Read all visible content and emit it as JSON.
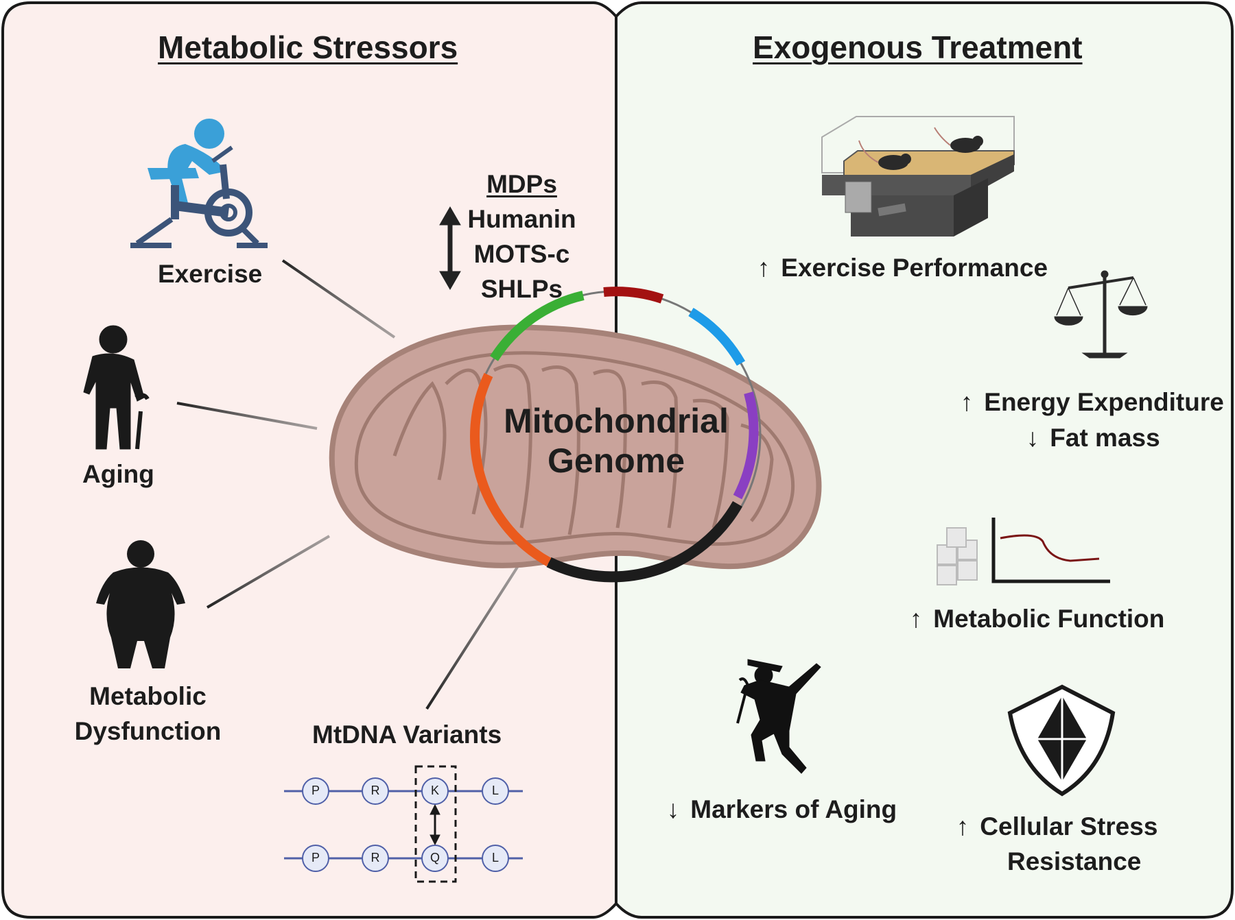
{
  "left_panel": {
    "title": "Metabolic Stressors",
    "exercise": "Exercise",
    "aging": "Aging",
    "metabolic_dysfunction_line1": "Metabolic",
    "metabolic_dysfunction_line2": "Dysfunction",
    "mtdna_variants": "MtDNA Variants",
    "peptide_row1": [
      "P",
      "R",
      "K",
      "L"
    ],
    "peptide_row2": [
      "P",
      "R",
      "Q",
      "L"
    ],
    "mdps": {
      "heading": "MDPs",
      "items": [
        "Humanin",
        "MOTS-c",
        "SHLPs"
      ]
    }
  },
  "center": {
    "line1": "Mitochondrial",
    "line2": "Genome"
  },
  "right_panel": {
    "title": "Exogenous Treatment",
    "exercise_performance": "Exercise Performance",
    "energy_expenditure": "Energy Expenditure",
    "fat_mass": "Fat mass",
    "metabolic_function": "Metabolic Function",
    "markers_of_aging": "Markers of Aging",
    "cellular_stress_line1": "Cellular Stress",
    "cellular_stress_line2": "Resistance"
  },
  "colors": {
    "left_bg": "#fcefed",
    "right_bg": "#f3f9f1",
    "mito_fill": "#c9a39b",
    "exercise_icon": "#3aa0d8",
    "gene_green": "#3aaf35",
    "gene_red": "#a31111",
    "gene_blue": "#1e9be8",
    "gene_purple": "#8a3fc2",
    "gene_black": "#1c1c1c",
    "gene_orange": "#ea5a1d"
  }
}
